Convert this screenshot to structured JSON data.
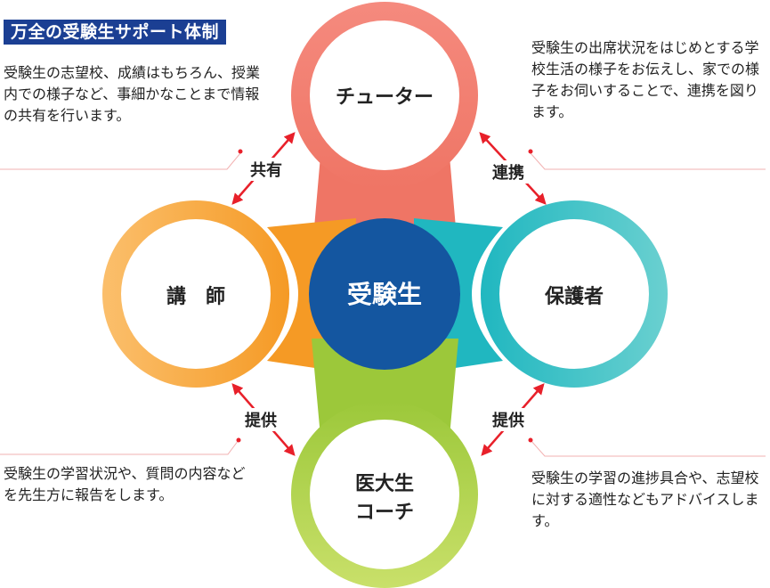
{
  "title": "万全の受験生サポート体制",
  "center": {
    "label": "受験生",
    "color": "#1456a0"
  },
  "nodes": {
    "top": {
      "label": "チューター",
      "color": "#f08070"
    },
    "left": {
      "label": "講　師",
      "color": "#f5a030"
    },
    "right": {
      "label": "保護者",
      "color": "#3cc0c8"
    },
    "bottom": {
      "line1": "医大生",
      "line2": "コーチ",
      "color": "#a8cf40"
    }
  },
  "relations": {
    "top_left": "共有",
    "top_right": "連携",
    "bottom_left": "提供",
    "bottom_right": "提供"
  },
  "descriptions": {
    "top_left": "受験生の志望校、成績はもちろん、授業内での様子など、事細かなことまで情報の共有を行います。",
    "top_right": "受験生の出席状況をはじめとする学校生活の様子をお伝えし、家での様子をお伺いすることで、連携を図ります。",
    "bottom_left": "受験生の学習状況や、質問の内容などを先生方に報告をします。",
    "bottom_right": "受験生の学習の進捗具合や、志望校に対する適性などもアドバイスします。"
  },
  "arrow_color": "#e8202a"
}
